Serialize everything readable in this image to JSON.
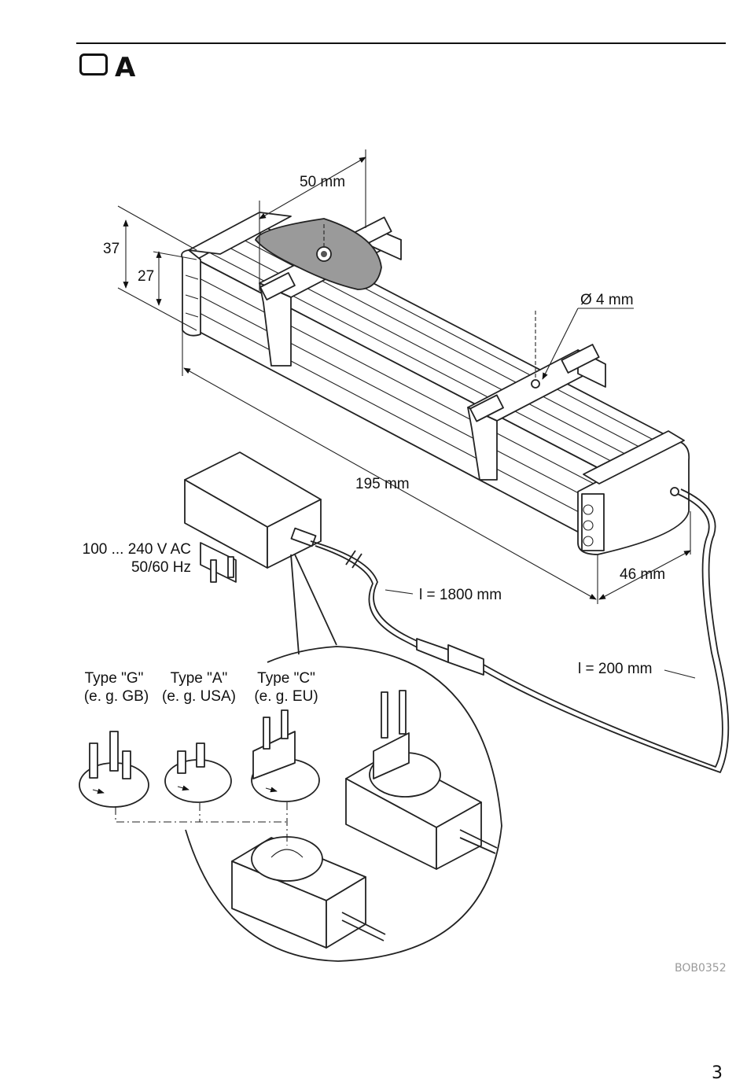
{
  "header": {
    "section_letter": "A"
  },
  "dimensions": {
    "width_top": "50 mm",
    "height_outer": "37",
    "height_inner": "27",
    "hole": "Ø 4 mm",
    "length": "195 mm",
    "depth": "46 mm"
  },
  "power": {
    "voltage": "100 ... 240 V AC",
    "frequency": "50/60 Hz",
    "cable_main": "l = 1800 mm",
    "cable_short": "l = 200 mm"
  },
  "plugs": [
    {
      "type": "Type \"G\"",
      "example": "(e. g. GB)"
    },
    {
      "type": "Type \"A\"",
      "example": "(e. g. USA)"
    },
    {
      "type": "Type \"C\"",
      "example": "(e. g. EU)"
    }
  ],
  "figure_code": "BOB0352",
  "page_number": "3"
}
